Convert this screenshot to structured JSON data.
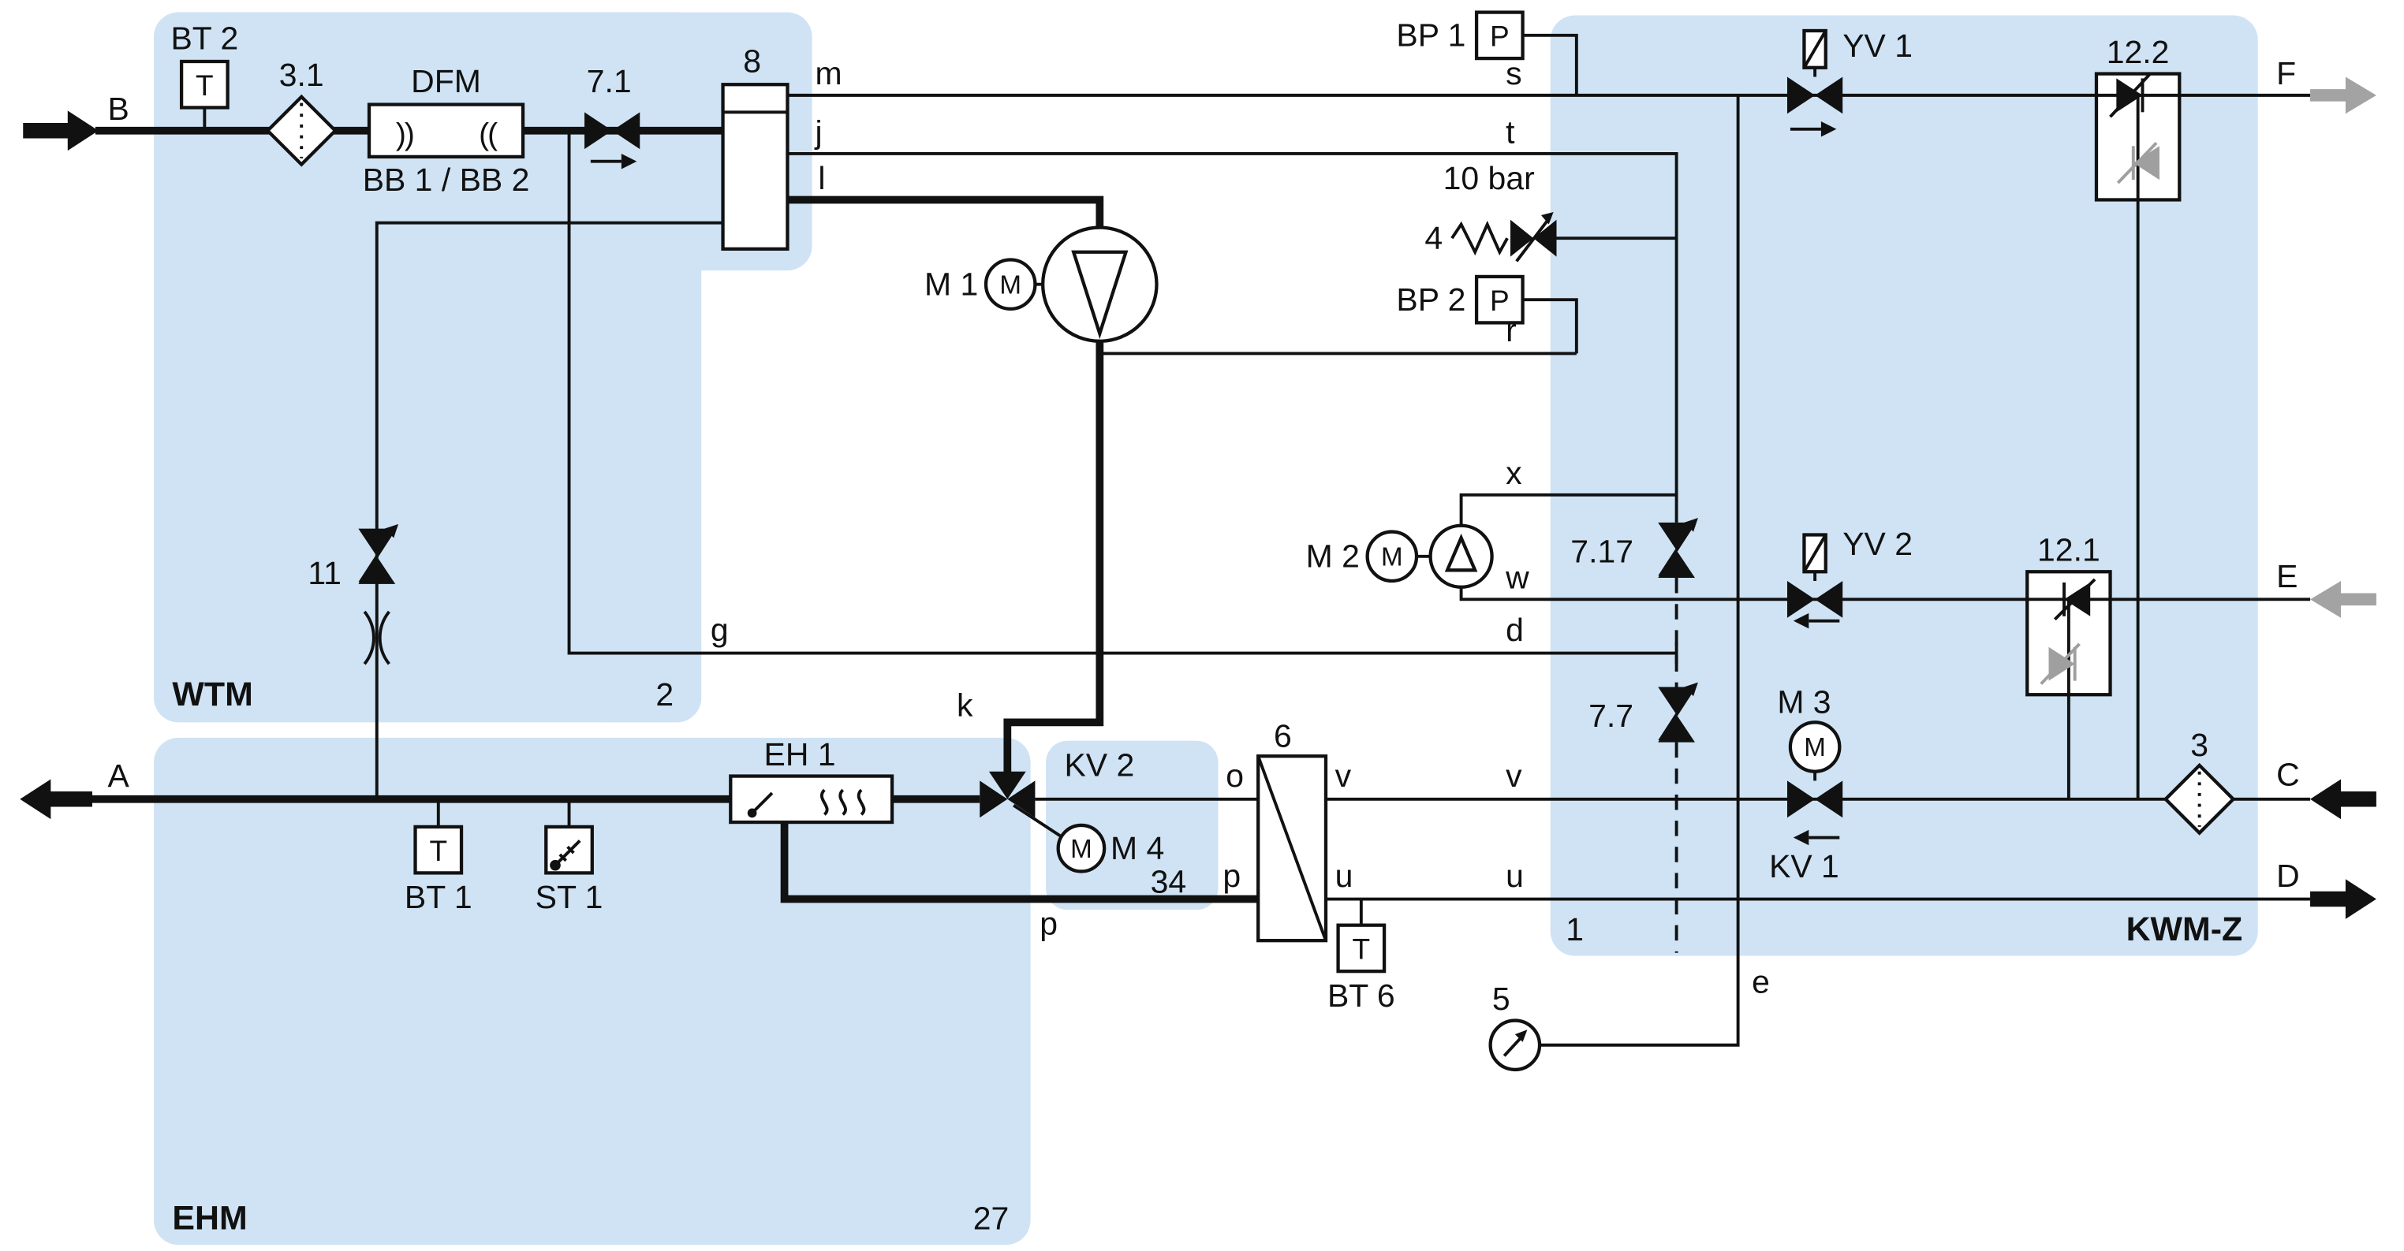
{
  "regions": {
    "wtm": {
      "name": "WTM",
      "number": "2"
    },
    "ehm": {
      "name": "EHM",
      "number": "27"
    },
    "kwmz": {
      "name": "KWM-Z",
      "number": "1"
    },
    "kv2": {
      "name": "KV 2"
    }
  },
  "endpoints": {
    "a": "A",
    "b": "B",
    "c": "C",
    "d": "D",
    "e": "E",
    "f": "F"
  },
  "ports": {
    "m": "m",
    "j": "j",
    "l": "l",
    "g": "g",
    "k": "k",
    "o": "o",
    "p": "p",
    "p2": "p",
    "s": "s",
    "t": "t",
    "r": "r",
    "x": "x",
    "w": "w",
    "d": "d",
    "e": "e",
    "v1": "v",
    "v2": "v",
    "u1": "u",
    "u2": "u"
  },
  "sensors": {
    "bt2": {
      "label": "BT 2",
      "glyph": "T"
    },
    "bt1": {
      "label": "BT 1",
      "glyph": "T"
    },
    "st1": {
      "label": "ST 1"
    },
    "bt6": {
      "label": "BT 6",
      "glyph": "T"
    },
    "bp1": {
      "label": "BP 1",
      "glyph": "P"
    },
    "bp2": {
      "label": "BP 2",
      "glyph": "P"
    }
  },
  "components": {
    "filter31": {
      "label": "3.1"
    },
    "filter3": {
      "label": "3"
    },
    "dfm": {
      "label": "DFM",
      "sublabel": "BB 1 / BB 2",
      "waveLeft": "))",
      "waveRight": "(("
    },
    "valve71": {
      "label": "7.1"
    },
    "vessel8": {
      "label": "8"
    },
    "valve11": {
      "label": "11"
    },
    "m1": {
      "label": "M 1",
      "glyph": "M"
    },
    "m2": {
      "label": "M 2",
      "glyph": "M"
    },
    "m3": {
      "label": "M 3",
      "glyph": "M"
    },
    "m4": {
      "label": "M 4",
      "glyph": "M",
      "number": "34"
    },
    "relief4": {
      "label": "4",
      "pressure": "10 bar"
    },
    "valve717": {
      "label": "7.17"
    },
    "valve77": {
      "label": "7.7"
    },
    "yv1": {
      "label": "YV 1"
    },
    "yv2": {
      "label": "YV 2"
    },
    "kv1": {
      "label": "KV 1"
    },
    "check122": {
      "label": "12.2"
    },
    "check121": {
      "label": "12.1"
    },
    "eh1": {
      "label": "EH 1"
    },
    "hx6": {
      "label": "6"
    },
    "gauge5": {
      "label": "5"
    }
  },
  "colors": {
    "region": "#cfe3f4",
    "line": "#111111",
    "muted": "#a3a3a3"
  }
}
